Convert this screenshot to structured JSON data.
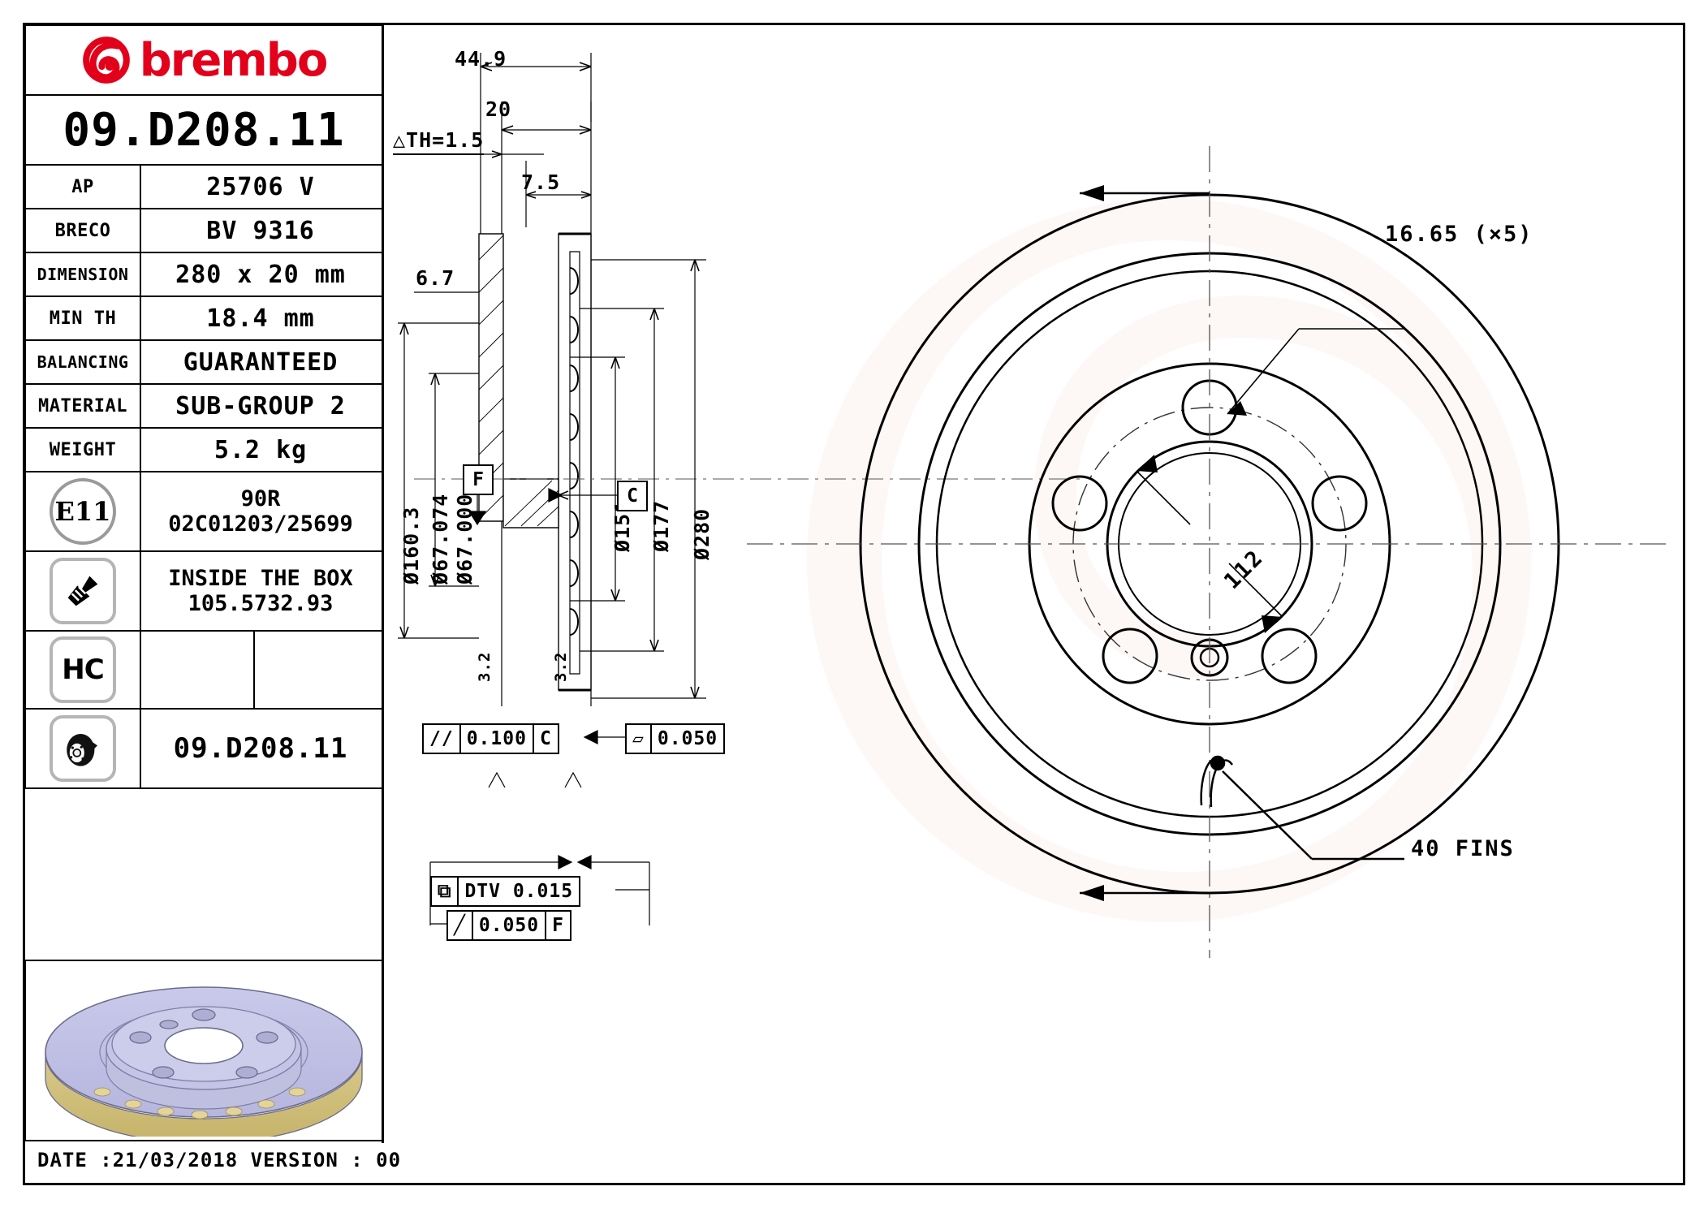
{
  "sheet": {
    "brand": "brembo",
    "part_code": "09.D208.11",
    "footer": "DATE :21/03/2018 VERSION : 00",
    "brand_color": "#E2001A"
  },
  "info_table": {
    "rows": [
      {
        "label": "AP",
        "value": "25706 V"
      },
      {
        "label": "BRECO",
        "value": "BV 9316"
      },
      {
        "label": "DIMENSION",
        "value": "280 x 20 mm"
      },
      {
        "label": "MIN TH",
        "value": "18.4 mm"
      },
      {
        "label": "BALANCING",
        "value": "GUARANTEED"
      },
      {
        "label": "MATERIAL",
        "value": "SUB-GROUP 2"
      },
      {
        "label": "WEIGHT",
        "value": "5.2 kg"
      }
    ],
    "homologation": {
      "badge": "E11",
      "line1": "90R",
      "line2": "02C01203/25699"
    },
    "accessory": {
      "badge": "screw-icon",
      "line1": "INSIDE THE BOX",
      "line2": "105.5732.93"
    },
    "hc": {
      "badge": "HC"
    },
    "disc_row": {
      "badge": "brake-disc-icon",
      "value": "09.D208.11"
    }
  },
  "section_view": {
    "dims": {
      "overall_width": "44.9",
      "disc_thickness": "20",
      "hat_offset": "7.5",
      "th_tolerance": "△TH=1.5",
      "hat_wall": "6.7",
      "hub_od": "Ø160.3",
      "bore_upper": "Ø67.074",
      "bore_lower": "Ø67.000",
      "inner_disc": "Ø151",
      "vent_dia": "Ø177",
      "outer_dia": "Ø280"
    },
    "datums": [
      "F",
      "C"
    ],
    "gdt": [
      {
        "symbol": "//",
        "tol": "0.100",
        "datum": "C"
      },
      {
        "symbol": "▱",
        "tol": "0.050",
        "datum": ""
      },
      {
        "symbol": "⧉",
        "tol": "DTV 0.015",
        "datum": ""
      },
      {
        "symbol": "╱",
        "tol": "0.050",
        "datum": "F"
      }
    ],
    "surface_finish": [
      "3.2",
      "3.2"
    ]
  },
  "face_view": {
    "bolt_hole_dia": "16.65 (×5)",
    "pcd": "112",
    "fins_note": "40 FINS"
  }
}
